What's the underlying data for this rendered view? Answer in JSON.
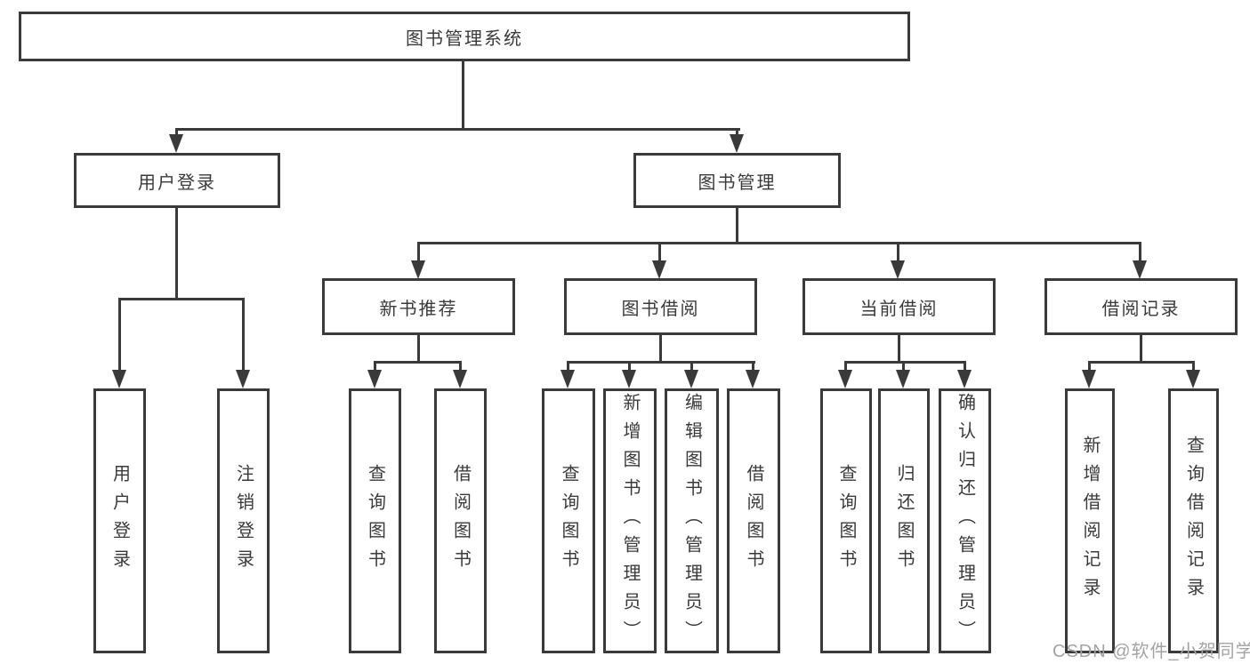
{
  "tree": {
    "root": {
      "label": "图书管理系统"
    },
    "level2": [
      {
        "label": "用户登录"
      },
      {
        "label": "图书管理"
      }
    ],
    "level3": [
      {
        "label": "新书推荐"
      },
      {
        "label": "图书借阅"
      },
      {
        "label": "当前借阅"
      },
      {
        "label": "借阅记录"
      }
    ],
    "leaves": [
      {
        "label": "用户登录"
      },
      {
        "label": "注销登录"
      },
      {
        "label": "查询图书"
      },
      {
        "label": "借阅图书"
      },
      {
        "label": "查询图书"
      },
      {
        "label": "新增图书（管理员）"
      },
      {
        "label": "编辑图书（管理员）"
      },
      {
        "label": "借阅图书"
      },
      {
        "label": "查询图书"
      },
      {
        "label": "归还图书"
      },
      {
        "label": "确认归还（管理员）"
      },
      {
        "label": "新增借阅记录"
      },
      {
        "label": "查询借阅记录"
      }
    ]
  },
  "watermark": {
    "text": "CSDN @软件_小贺同学"
  },
  "colors": {
    "line": "#3a3a3a",
    "text": "#3a3a3a",
    "watermark": "#a3a3a3",
    "background": "#ffffff"
  }
}
